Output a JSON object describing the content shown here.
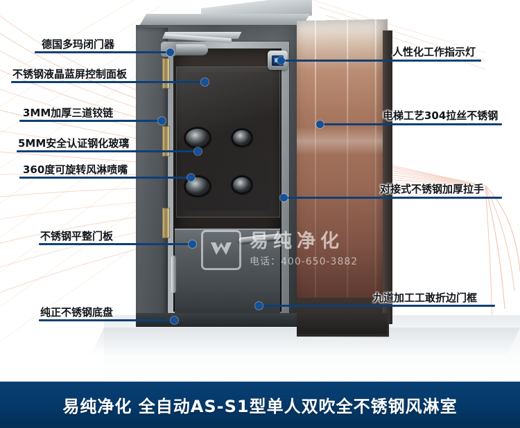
{
  "product": {
    "scene_alt": "stainless-steel single-person double-blow air shower room"
  },
  "colors": {
    "accent_line": "#0d3f77",
    "accent_dot": "#13519b",
    "banner_bg": "#053a6b",
    "label_text": "#111418",
    "banner_text": "#ffffff",
    "bronze_panel": "#9c6b56",
    "steel_body": "#4b5054"
  },
  "callouts_left": [
    {
      "id": "door-closer",
      "label": "德国多玛闭门器"
    },
    {
      "id": "control-panel",
      "label": "不锈钢液晶蓝屏控制面板"
    },
    {
      "id": "hinges",
      "label": "3MM加厚三道铰链"
    },
    {
      "id": "tempered-glass",
      "label": "5MM安全认证钢化玻璃"
    },
    {
      "id": "rotating-nozzle",
      "label": "360度可旋转风淋喷嘴"
    },
    {
      "id": "flat-door-panel",
      "label": "不锈钢平整门板"
    },
    {
      "id": "steel-base-pan",
      "label": "纯正不锈钢底盘"
    }
  ],
  "callouts_right": [
    {
      "id": "work-indicator-light",
      "label": "人性化工作指示灯"
    },
    {
      "id": "brushed-304-steel",
      "label": "电梯工艺304拉丝不锈钢"
    },
    {
      "id": "thickened-handle",
      "label": "对接式不锈钢加厚拉手"
    },
    {
      "id": "folded-door-frame",
      "label": "九道加工工敢折边门框"
    }
  ],
  "watermark": {
    "brand": "易纯净化",
    "phone": "电话：400-650-3882",
    "logo_icon": "yichun-w-logo-icon"
  },
  "banner": {
    "text": "易纯净化  全自动AS-S1型单人双吹全不锈钢风淋室"
  },
  "device": {
    "control_panel_icon": "lcd-control-panel-icon",
    "nozzle_icon": "air-nozzle-icon",
    "hinge_icon": "hinge-icon",
    "handle_icon": "door-handle-icon",
    "door_closer_icon": "door-closer-icon"
  }
}
